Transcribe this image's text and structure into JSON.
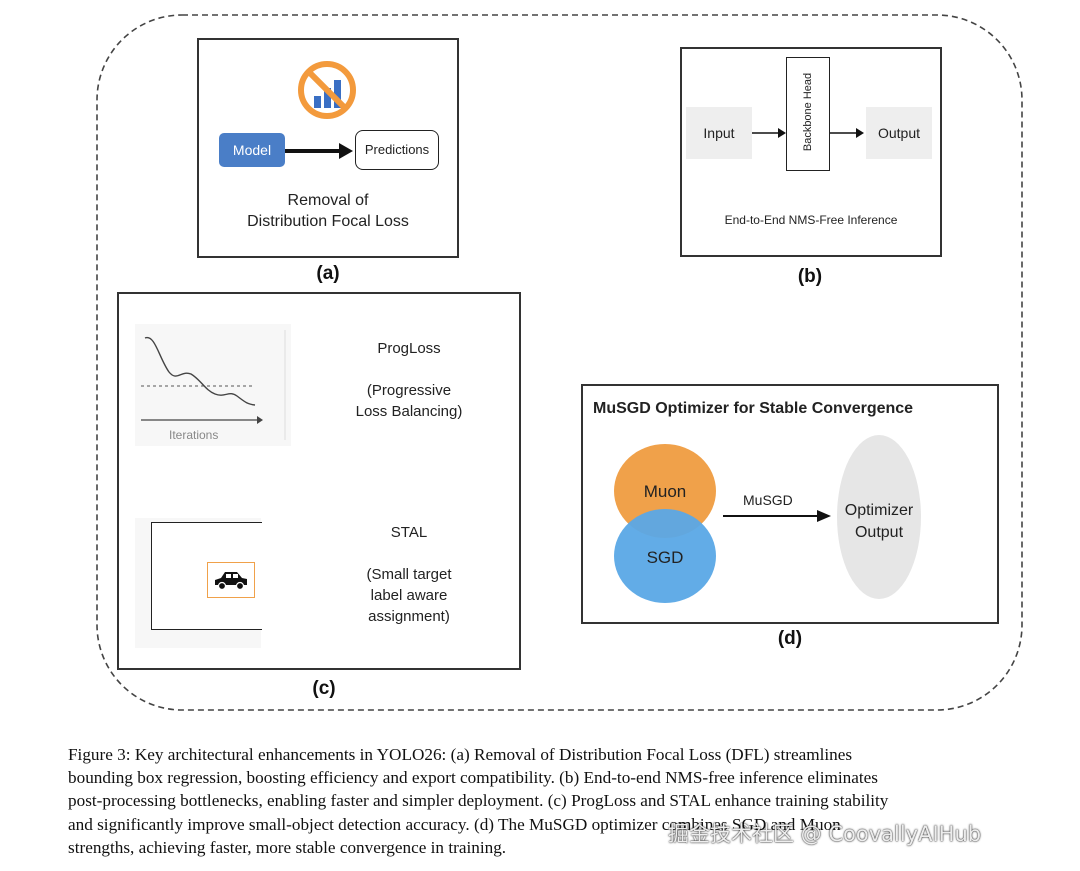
{
  "panel_a": {
    "model_label": "Model",
    "predictions_label": "Predictions",
    "title_line1": "Removal of",
    "title_line2": "Distribution Focal Loss",
    "sublabel": "(a)"
  },
  "panel_b": {
    "input_label": "Input",
    "backbone_label": "Backbone Head",
    "output_label": "Output",
    "caption": "End-to-End NMS-Free Inference",
    "sublabel": "(b)"
  },
  "panel_c": {
    "chart_axis_label": "Iterations",
    "progloss_title": "ProgLoss",
    "progloss_desc_line1": "(Progressive",
    "progloss_desc_line2": "Loss Balancing)",
    "stal_title": "STAL",
    "stal_desc_line1": "(Small target",
    "stal_desc_line2": "label aware",
    "stal_desc_line3": "assignment)",
    "sublabel": "(c)"
  },
  "panel_d": {
    "title": "MuSGD Optimizer for Stable Convergence",
    "muon_label": "Muon",
    "sgd_label": "SGD",
    "arrow_label": "MuSGD",
    "output_line1": "Optimizer",
    "output_line2": "Output",
    "sublabel": "(d)"
  },
  "caption": {
    "line1": "Figure 3: Key architectural enhancements in YOLO26: (a) Removal of Distribution Focal Loss (DFL) streamlines",
    "line2": "bounding box regression, boosting efficiency and export compatibility. (b) End-to-end NMS-free inference eliminates",
    "line3": "post-processing bottlenecks, enabling faster and simpler deployment. (c) ProgLoss and STAL enhance training stability",
    "line4": "and significantly improve small-object detection accuracy.  (d) The MuSGD optimizer combines SGD and Muon",
    "line5": "strengths, achieving faster, more stable convergence in training."
  },
  "watermark": "掘金技术社区 @ CoovallyAIHub",
  "colors": {
    "model_box": "#4a7ec7",
    "muon": "#f0a14a",
    "sgd": "#5aa8e6",
    "no_sign": "#f39a3c",
    "chart_icon": "#3a6fc4",
    "output_ellipse": "#e6e6e6",
    "gray_box": "#eeeeee"
  }
}
